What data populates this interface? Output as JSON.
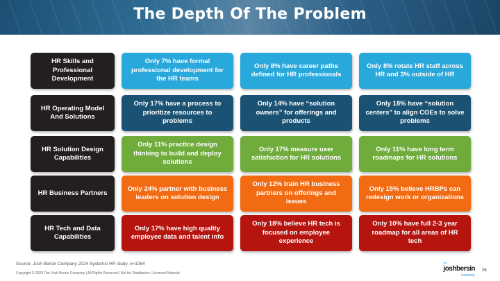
{
  "title": "The Depth Of The Problem",
  "colors": {
    "row1": "#29a8dc",
    "row2": "#1b5273",
    "row3": "#6fac3c",
    "row4": "#f26b13",
    "row5": "#b5140f",
    "label": "#231f20"
  },
  "rows": [
    {
      "label": "HR Skills and Professional Development",
      "cells": [
        "Only 7% have formal professional development for the HR teams",
        "Only 8% have career paths defined for HR professionals",
        "Only 8% rotate HR staff across HR and 3% outside of HR"
      ]
    },
    {
      "label": "HR Operating Model And Solutions",
      "cells": [
        "Only 17% have a process to prioritize resources to problems",
        "Only 14% have “solution owners” for offerings and products",
        "Only 18% have “solution centers” to align COEs to solve problems"
      ]
    },
    {
      "label": "HR Solution Design Capabilities",
      "cells": [
        "Only 11% practice design thinking to build and deploy solutions",
        "Only 17% measure user satisfaction for HR solutions",
        "Only 11% have long term roadmaps for HR solutions"
      ]
    },
    {
      "label": "HR Business Partners",
      "cells": [
        "Only 24% partner with business leaders on solution design",
        "Only 12% train HR business partners on offerings and issues",
        "Only 15% believe HRBPs can redesign work or organizations"
      ]
    },
    {
      "label": "HR Tech and Data Capabilities",
      "cells": [
        "Only 17% have high quality employee data and talent info",
        "Only 18% believe HR tech is focused on employee experience",
        "Only 10% have full 2-3 year roadmap for all areas of HR tech"
      ]
    }
  ],
  "footer": {
    "source": "Source: Josh Bersin Company 2024 Systemic HR study, n=1064",
    "copyright": "Copyright © 2023 The Josh Bersin Company | All Rights Reserved | Not for Distribution | Licensed Material",
    "logo_the": "the",
    "logo_main": "joshbersin",
    "logo_company": "company",
    "page_number": "26"
  }
}
